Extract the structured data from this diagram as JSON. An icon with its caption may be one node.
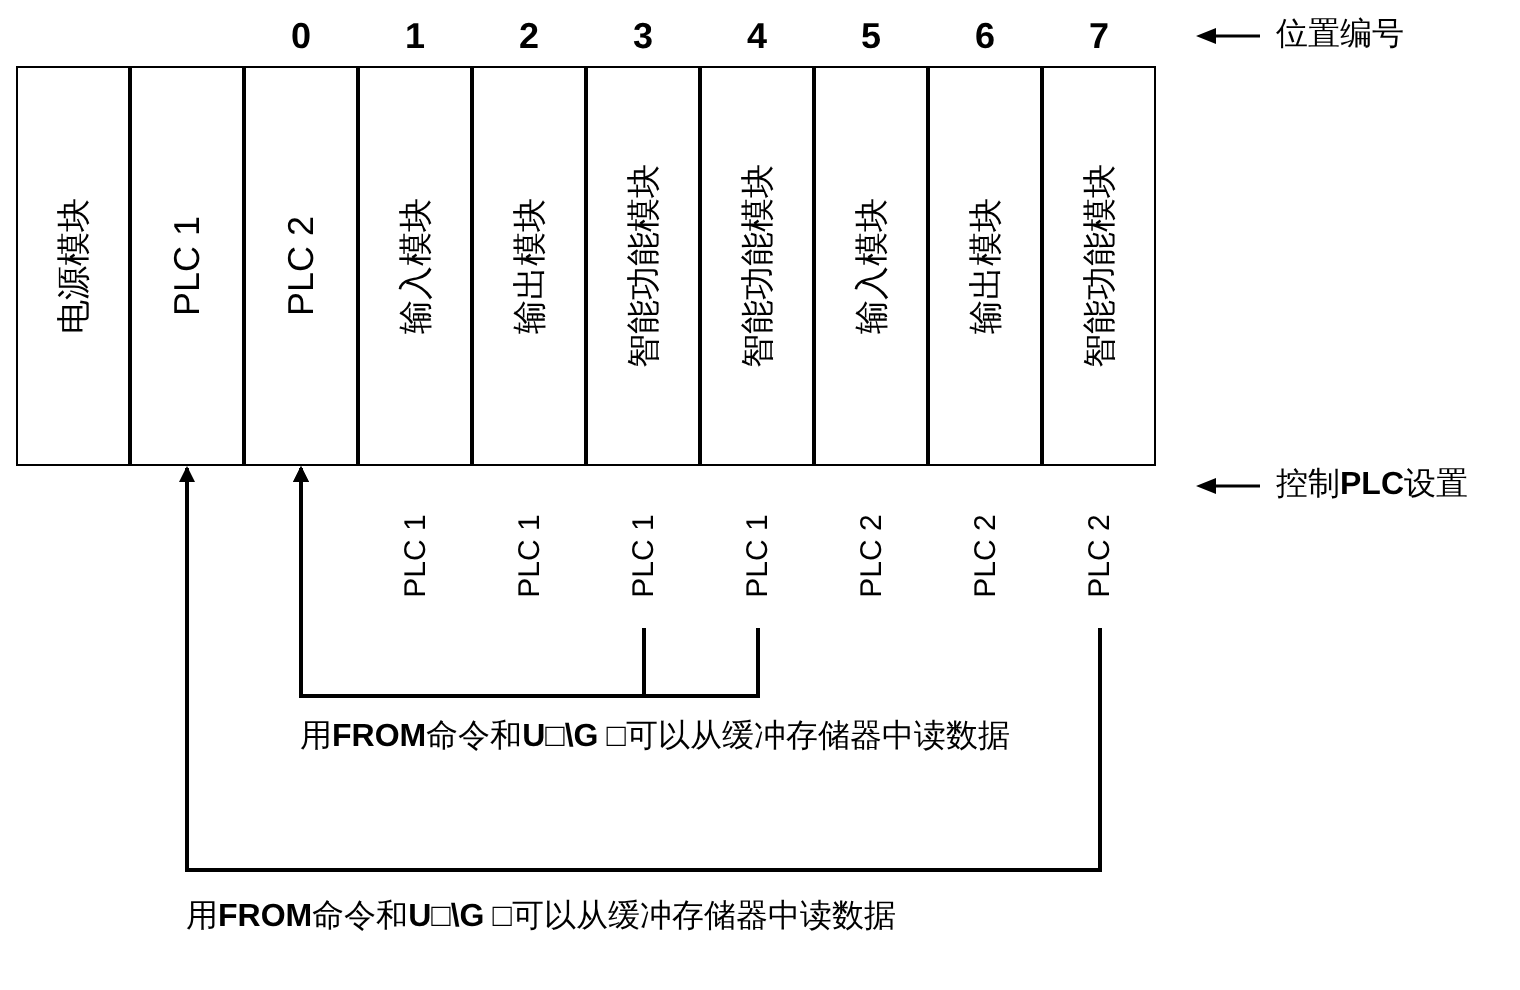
{
  "diagram": {
    "nodes": [
      {
        "text": [
          "电源模块"
        ]
      },
      {
        "text": [
          "PLC 1"
        ]
      },
      {
        "text": [
          "PLC 2"
        ],
        "beside": [
          "0"
        ]
      },
      {
        "text": [
          "输入模块"
        ],
        "beside": [
          "1"
        ]
      },
      {
        "text": [
          "输出模块"
        ],
        "beside": [
          "2"
        ]
      },
      {
        "text": [
          "智能功能模块"
        ],
        "beside": [
          "3"
        ]
      },
      {
        "text": [
          "智能功能模块"
        ],
        "beside": [
          "4"
        ]
      },
      {
        "text": [
          "输入模块"
        ],
        "beside": [
          "5"
        ]
      },
      {
        "text": [
          "输出模块"
        ],
        "beside": [
          "6"
        ]
      },
      {
        "text": [
          "智能功能模块"
        ],
        "beside": [
          "7"
        ]
      },
      {
        "text": [
          "PLC 1"
        ]
      },
      {
        "text": [
          "PLC 1"
        ]
      },
      {
        "text": [
          "PLC 1"
        ]
      },
      {
        "text": [
          "PLC 1"
        ]
      },
      {
        "text": [
          "PLC 2"
        ]
      },
      {
        "text": [
          "PLC 2"
        ]
      },
      {
        "text": [
          "PLC 2"
        ]
      }
    ],
    "edges": [
      {
        "from": 12,
        "to": 2,
        "arrow": "to"
      },
      {
        "from": 13,
        "to": 2,
        "arrow": "to"
      },
      {
        "from": 16,
        "to": 1,
        "arrow": "to"
      }
    ],
    "labels": [
      "位置编号",
      "控制**PLC**设置",
      "用**FROM**命令和**U□\\G** □可以从缓冲存储器中读数据",
      "用**FROM**命令和**U□\\G** □可以从缓冲存储器中读数据"
    ]
  }
}
